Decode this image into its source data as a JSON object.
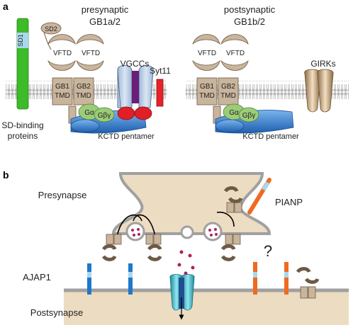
{
  "panel_a": {
    "letter": "a",
    "pre": {
      "title1": "presynaptic",
      "title2": "GB1a/2",
      "sd1": "SD1",
      "sd2": "SD2",
      "vftd": "VFTD",
      "gb1": "GB1",
      "gb2": "GB2",
      "tmd": "TMD",
      "vgccs": "VGCCs",
      "syt11": "Syt11",
      "galpha": "Gα",
      "gbetagamma": "Gβγ",
      "kctd": "KCTD pentamer",
      "sdbinding1": "SD-binding",
      "sdbinding2": "proteins"
    },
    "post": {
      "title1": "postsynaptic",
      "title2": "GB1b/2",
      "vftd": "VFTD",
      "gb1": "GB1",
      "gb2": "GB2",
      "tmd": "TMD",
      "girks": "GIRKs",
      "galpha": "Gα",
      "gbetagamma": "Gβγ",
      "kctd": "KCTD pentamer"
    }
  },
  "panel_b": {
    "letter": "b",
    "presynapse": "Presynapse",
    "postsynapse": "Postsynapse",
    "pianp": "PIANP",
    "ajap1": "AJAP1",
    "question": "?"
  },
  "colors": {
    "receptor": "#c9b49c",
    "receptor_stroke": "#6e5a45",
    "green_protein": "#3dbb29",
    "sd1_band": "#a8d8ee",
    "membrane_head": "#b5b5b5",
    "vgcc_body": "#b7c9e3",
    "vgcc_purple": "#6b1e78",
    "vgcc_red": "#e01f26",
    "syt11": "#e52328",
    "g_alpha": "#9ccc7a",
    "kctd": "#2e7fd1",
    "girk": "#c8a880",
    "presynapse_fill": "#ecdcc2",
    "presynapse_border": "#a0a0a0",
    "postsynapse_fill": "#ecdcc2",
    "ajap1": "#1f78c8",
    "pianp": "#f06a22",
    "channel": "#45c6d4",
    "vesicle_dot": "#b2205e"
  }
}
